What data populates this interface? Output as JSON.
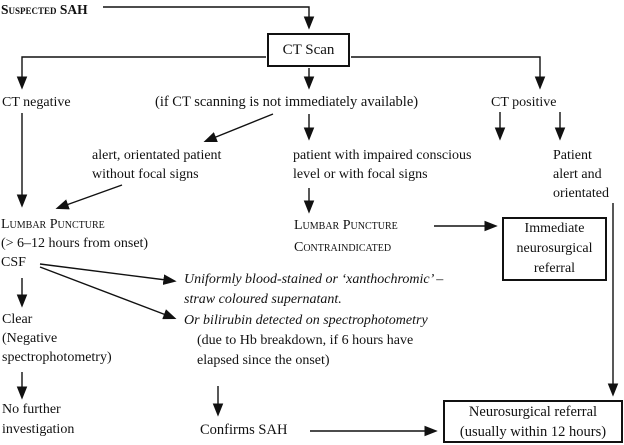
{
  "figure": {
    "colors": {
      "ink": "#111111",
      "paper": "#ffffff"
    }
  },
  "nodes": {
    "suspected_sah": "Suspected SAH",
    "ct_scan": "CT Scan",
    "ct_negative": "CT negative",
    "if_ct_unavailable": "(if CT scanning is not immediately available)",
    "ct_positive": "CT positive",
    "alert_patient": [
      "alert, orientated patient",
      "without focal signs"
    ],
    "impaired_patient": [
      "patient with impaired conscious",
      "level or with focal signs"
    ],
    "patient_alert": [
      "Patient",
      "alert and",
      "orientated"
    ],
    "lumbar_puncture": {
      "title": "Lumbar Puncture",
      "timing": "(> 6–12 hours from onset)",
      "csf": "CSF"
    },
    "lp_contraindicated": [
      "Lumbar Puncture",
      "Contraindicated"
    ],
    "immediate_referral": [
      "Immediate",
      "neurosurgical",
      "referral"
    ],
    "xanthochromic": [
      "Uniformly blood-stained or ‘xanthochromic’ –",
      "straw coloured supernatant."
    ],
    "bilirubin": "Or bilirubin detected on spectrophotometry",
    "bilirubin_note": [
      "(due to Hb breakdown, if 6 hours have",
      "elapsed since the onset)"
    ],
    "clear_csf": [
      "Clear",
      "(Negative",
      "spectrophotometry)"
    ],
    "no_further": [
      "No further",
      "investigation"
    ],
    "confirms_sah": "Confirms SAH",
    "neuro_referral": [
      "Neurosurgical referral",
      "(usually within 12 hours)"
    ]
  }
}
